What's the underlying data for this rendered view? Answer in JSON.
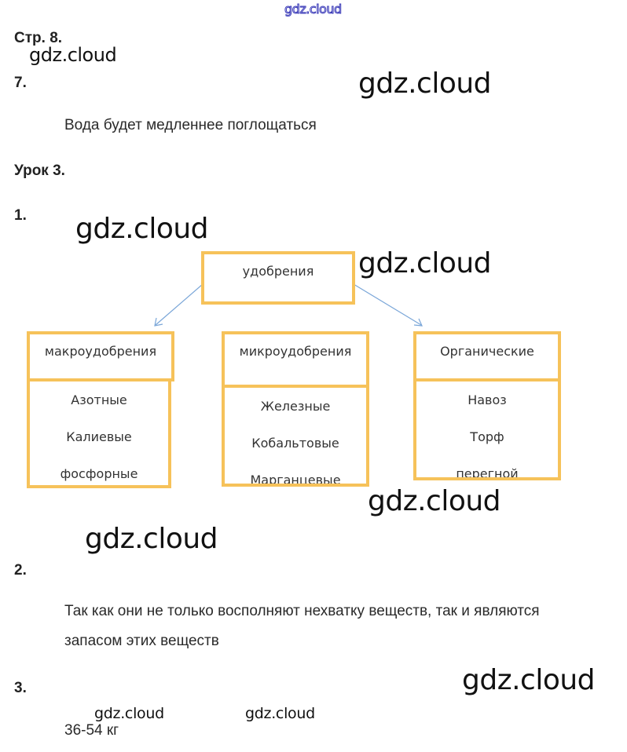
{
  "watermark": "gdz.cloud",
  "page_label": "Стр. 8.",
  "task7": {
    "number": "7.",
    "answer": "Вода будет медленнее поглощаться"
  },
  "lesson": "Урок 3.",
  "task1": {
    "number": "1.",
    "diagram": {
      "root": "удобрения",
      "colors": {
        "box_border": "#f6c25a",
        "arrow": "#7aa6d8"
      },
      "groups": [
        {
          "title": "макроудобрения",
          "items": [
            "Азотные",
            "Калиевые",
            "фосфорные"
          ]
        },
        {
          "title": "микроудобрения",
          "items": [
            "Железные",
            "Кобальтовые",
            "Марганцевые"
          ]
        },
        {
          "title": "Органические",
          "items": [
            "Навоз",
            "Торф",
            "перегной"
          ]
        }
      ]
    }
  },
  "task2": {
    "number": "2.",
    "answer_line1": "Так как они не только восполняют нехватку веществ, так и являются",
    "answer_line2": "запасом этих веществ"
  },
  "task3": {
    "number": "3.",
    "answer": "36-54 кг"
  }
}
